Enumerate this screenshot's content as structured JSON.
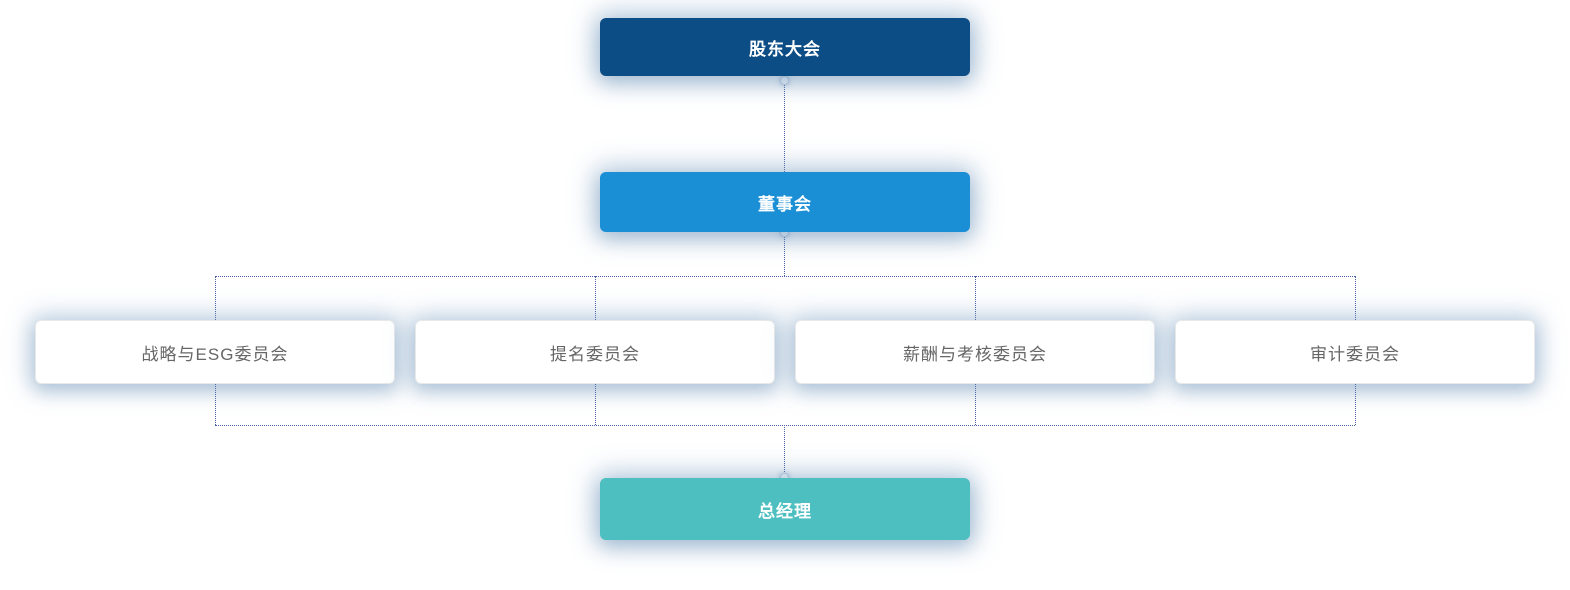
{
  "org_chart": {
    "type": "org-hierarchy",
    "nodes": {
      "shareholders": {
        "label": "股东大会",
        "bg": "#0d4d85",
        "text_color": "#ffffff"
      },
      "board": {
        "label": "董事会",
        "bg": "#1a8fd6",
        "text_color": "#ffffff"
      },
      "general_manager": {
        "label": "总经理",
        "bg": "#4ebfc0",
        "text_color": "#ffffff"
      }
    },
    "committees": [
      {
        "label": "战略与ESG委员会"
      },
      {
        "label": "提名委员会"
      },
      {
        "label": "薪酬与考核委员会"
      },
      {
        "label": "审计委员会"
      }
    ],
    "hierarchy": [
      {
        "from": "股东大会",
        "to": "董事会"
      },
      {
        "from": "董事会",
        "to": "战略与ESG委员会"
      },
      {
        "from": "董事会",
        "to": "提名委员会"
      },
      {
        "from": "董事会",
        "to": "薪酬与考核委员会"
      },
      {
        "from": "董事会",
        "to": "审计委员会"
      },
      {
        "from": "委员会",
        "to": "总经理"
      }
    ],
    "connector_color": "#4a5fa5",
    "committee_text_color": "#666666"
  }
}
